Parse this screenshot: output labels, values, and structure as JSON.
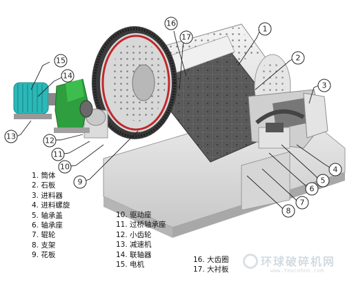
{
  "callouts": [
    "1",
    "2",
    "3",
    "4",
    "5",
    "6",
    "7",
    "8",
    "9",
    "10",
    "11",
    "12",
    "13",
    "14",
    "15",
    "16",
    "17"
  ],
  "legend": {
    "col1": [
      "1. 筒体",
      "2. 石板",
      "3. 进料器",
      "4. 进料螺旋",
      "5. 轴承盖",
      "6. 轴承座",
      "7. 辊轮",
      "8. 支架",
      "9. 花板"
    ],
    "col2": [
      "10. 驱动座",
      "11. 过桥轴承座",
      "12. 小齿轮",
      "13. 减速机",
      "14. 联轴器",
      "15. 电机"
    ],
    "col3": [
      "16. 大齿圈",
      "17. 大衬板"
    ]
  },
  "watermark": {
    "cn": "环球破碎机网",
    "en": "www.Yeucohon.com"
  },
  "colors": {
    "motor": "#2bb8b8",
    "reducer": "#2e9e3e",
    "gear_ring": "#c0282c",
    "liner": "#555555"
  }
}
